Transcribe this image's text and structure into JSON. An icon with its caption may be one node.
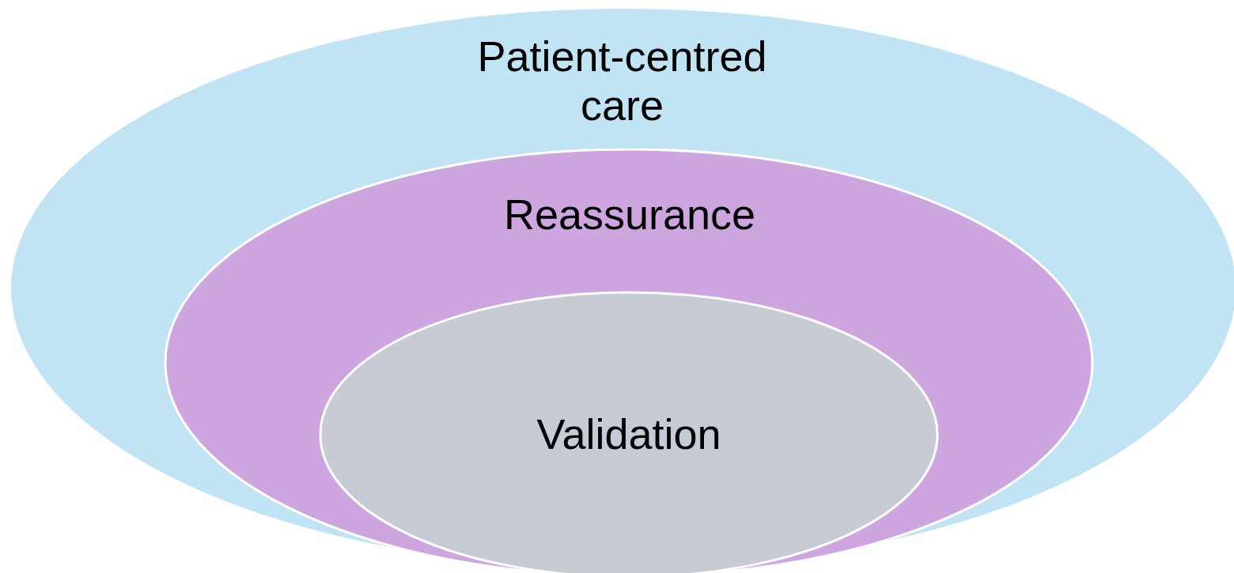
{
  "diagram": {
    "nodes": [
      {
        "text": [
          "Patient-centred care"
        ]
      },
      {
        "text": [
          "Reassurance"
        ],
        "in": 0
      },
      {
        "text": [
          "Validation"
        ],
        "in": 1
      }
    ]
  }
}
